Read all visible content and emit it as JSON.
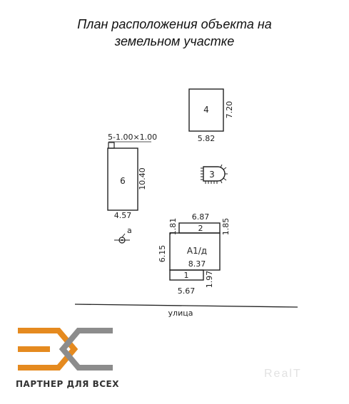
{
  "title": {
    "line1": "План расположения объекта на",
    "line2": "земельном участке"
  },
  "buildings": {
    "b4": {
      "number": "4",
      "width": "5.82",
      "depth": "7.20"
    },
    "b6": {
      "number": "6",
      "width": "4.57",
      "depth": "10.40",
      "annex": "5-1.00×1.00"
    },
    "b3": {
      "number": "3"
    },
    "a1": {
      "label": "А1/д",
      "width": "8.37",
      "depth": "6.15"
    },
    "b2": {
      "number": "2",
      "width": "6.87",
      "left_dim": "1.81",
      "right_dim": "1.85"
    },
    "b1": {
      "number": "1",
      "width": "5.67",
      "depth": "1.97"
    },
    "well": {
      "label": "а"
    }
  },
  "street": {
    "label": "улица"
  },
  "logo": {
    "partner_text": "ПАРТНЕР ДЛЯ ВСЕХ",
    "watermark": "RealT",
    "colors": {
      "orange": "#E58A1F",
      "gray": "#8C8C8C"
    }
  }
}
